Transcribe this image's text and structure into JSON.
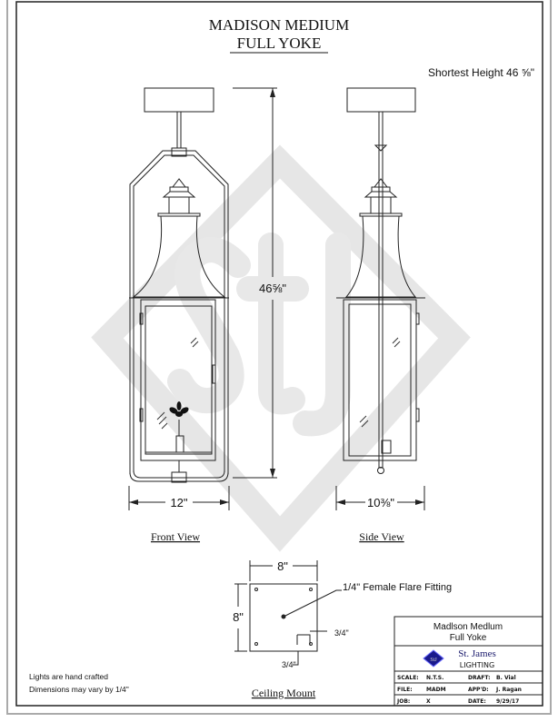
{
  "title": {
    "line1": "MADISON MEDIUM",
    "line2": "FULL YOKE"
  },
  "shortest_height": "Shortest Height 46 ⅝\"",
  "dims": {
    "height": "46⅝\"",
    "front_width": "12\"",
    "side_width": "10⅜\"",
    "mount_w": "8\"",
    "mount_h": "8\"",
    "offset_x": "3/4\"",
    "offset_y": "3/4\""
  },
  "views": {
    "front": "Front View",
    "side": "Side View",
    "mount": "Ceiling Mount"
  },
  "fitting_label": "1/4\" Female Flare Fitting",
  "notes": [
    "Lights are hand crafted",
    "Dimensions may vary by 1/4\""
  ],
  "title_block": {
    "product_line1": "Madlson Medlum",
    "product_line2": "Full Yoke",
    "company": "St. James",
    "company_sub": "LIGHTING",
    "logo_text": "StJ",
    "rows": [
      {
        "l_label": "SCALE:",
        "l_value": "N.T.S.",
        "r_label": "DRAFT:",
        "r_value": "B. Vial"
      },
      {
        "l_label": "FILE:",
        "l_value": "MADM",
        "r_label": "APP'D:",
        "r_value": "J. Ragan"
      },
      {
        "l_label": "JOB:",
        "l_value": "X",
        "r_label": "DATE:",
        "r_value": "9/29/17"
      }
    ]
  },
  "watermark": "StJ",
  "colors": {
    "line": "#222222",
    "watermark": "#e4e4e4",
    "logo": "#1a1a8c"
  }
}
